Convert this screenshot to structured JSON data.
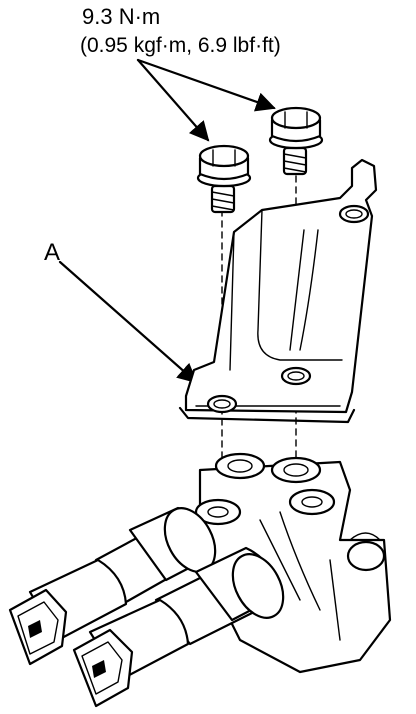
{
  "labels": {
    "torque_value": "9.3 N·m",
    "torque_alt": "(0.95 kgf·m, 6.9 lbf·ft)",
    "callout_a": "A"
  },
  "colors": {
    "ink": "#000000",
    "paper": "#ffffff"
  }
}
